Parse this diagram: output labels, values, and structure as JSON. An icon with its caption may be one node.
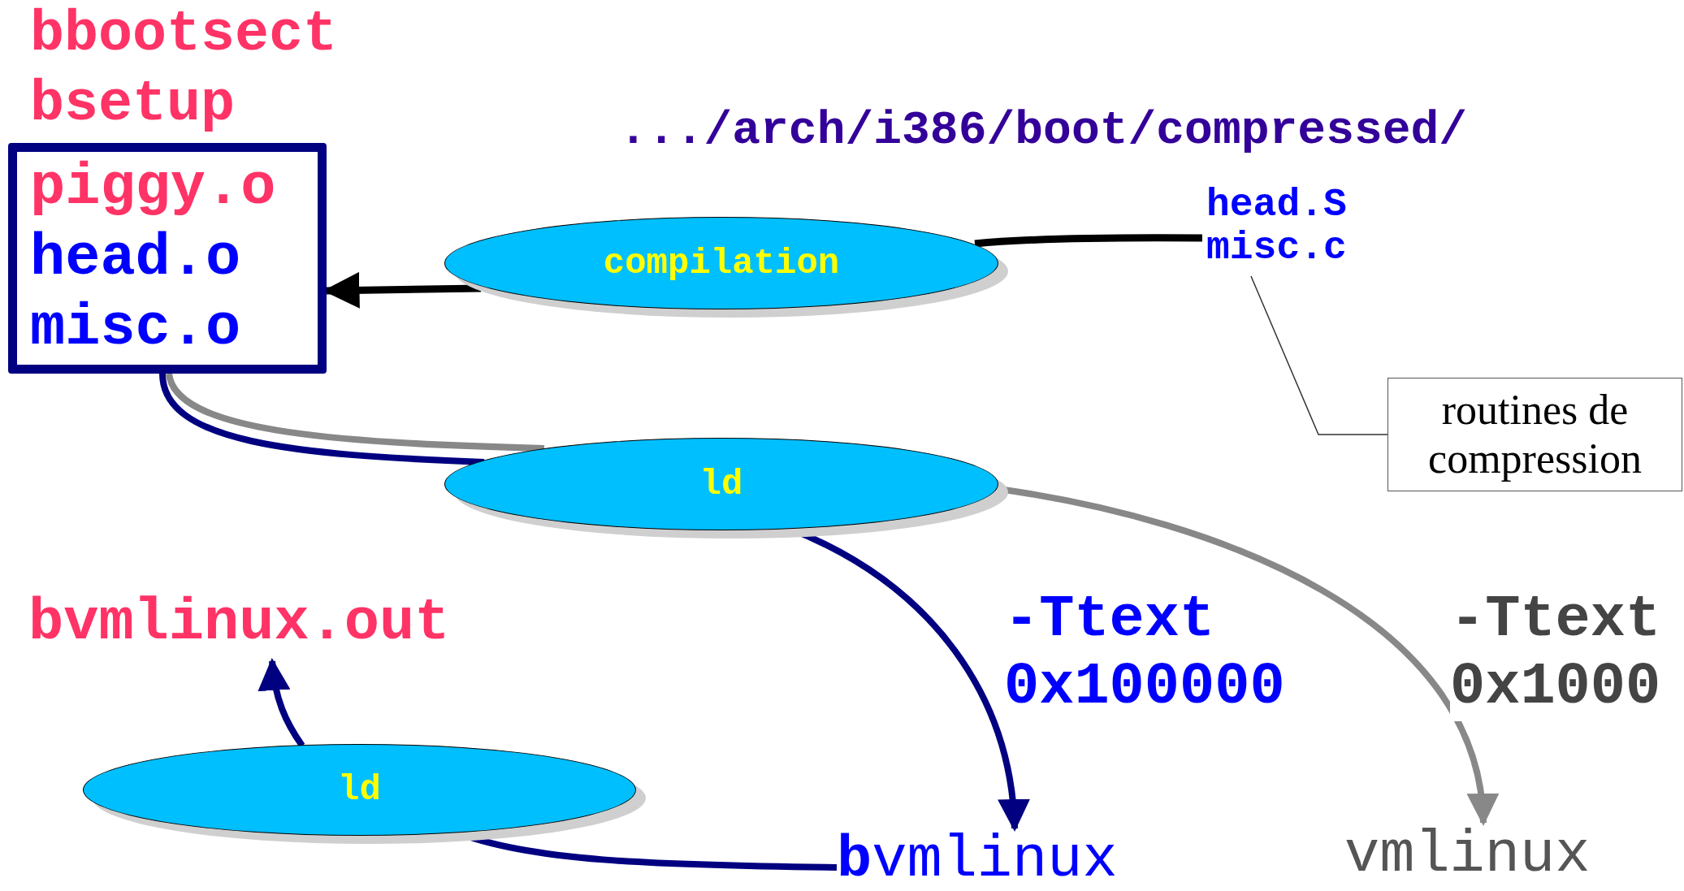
{
  "diagram": {
    "nodes": [
      {
        "text": [
          "piggy.o",
          "head.o",
          "misc.o"
        ]
      },
      {
        "text": [
          "compilation"
        ]
      },
      {
        "text": [
          "head.S",
          "misc.c"
        ]
      },
      {
        "text": [
          "ld"
        ]
      },
      {
        "text": [
          "routines de compression"
        ]
      },
      {
        "text": [
          "bvmlinux.out"
        ]
      },
      {
        "text": [
          "ld"
        ]
      },
      {
        "text": [
          "**b**vmlinux"
        ]
      },
      {
        "text": [
          "vmlinux"
        ]
      }
    ],
    "edges": [
      {
        "from": 2,
        "to": 1,
        "arrow": "none",
        "color": "#000000"
      },
      {
        "from": 1,
        "to": 0,
        "arrow": "to",
        "color": "#000000"
      },
      {
        "from": 0,
        "to": 3,
        "arrow": "none"
      },
      {
        "from": 0,
        "to": 3,
        "arrow": "none",
        "color": "#888888"
      },
      {
        "from": 3,
        "to": 7,
        "arrow": "to",
        "label": "-Ttext 0x100000"
      },
      {
        "from": 3,
        "to": 8,
        "arrow": "to",
        "label": "-Ttext 0x1000",
        "color": "#888888"
      },
      {
        "from": 7,
        "to": 6,
        "arrow": "none"
      },
      {
        "from": 6,
        "to": 5,
        "arrow": "to"
      },
      {
        "from": 4,
        "to": 2,
        "arrow": "none",
        "color": "#333333"
      }
    ],
    "labels": [
      "bbootsect",
      "bsetup",
      ".../arch/i386/boot/compressed/"
    ]
  }
}
